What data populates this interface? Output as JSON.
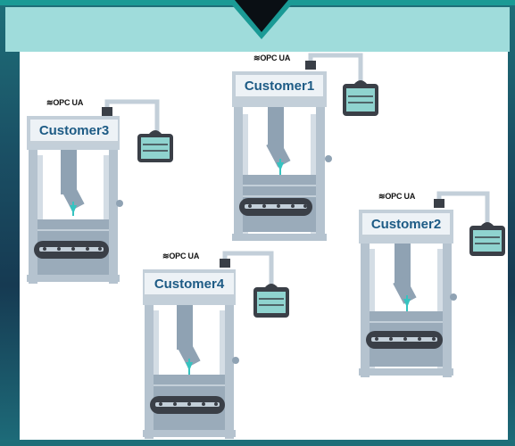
{
  "protocol_label": "OPC UA",
  "machines": [
    {
      "id": "customer1",
      "label": "Customer1"
    },
    {
      "id": "customer2",
      "label": "Customer2"
    },
    {
      "id": "customer3",
      "label": "Customer3"
    },
    {
      "id": "customer4",
      "label": "Customer4"
    }
  ],
  "colors": {
    "header_band": "#9fdcdb",
    "frame": "#b5c3cf",
    "frame_dark": "#8fa2b3",
    "label_text": "#1d5b85",
    "nozzle": "#36c3c0",
    "belt": "#3a3f47",
    "terminal_screen": "#8fd3cf"
  }
}
